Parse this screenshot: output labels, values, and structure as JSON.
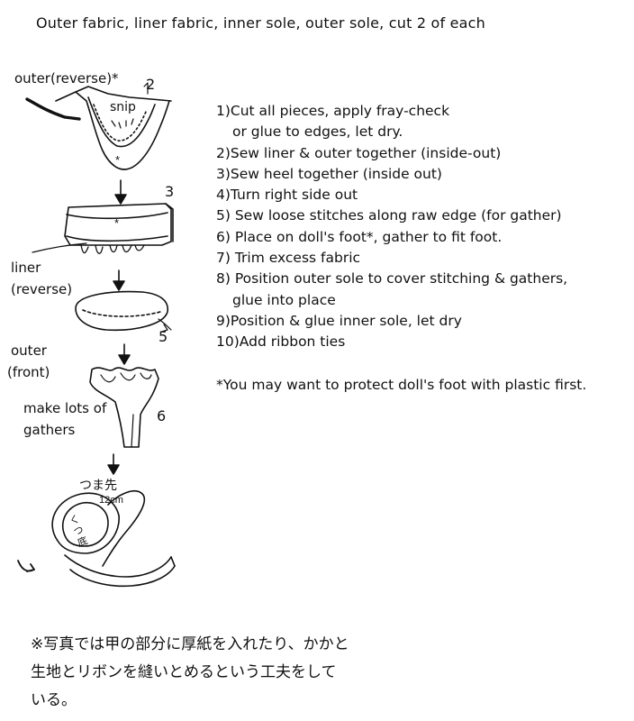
{
  "title": "Outer fabric, liner fabric, inner sole, outer sole, cut 2 of each",
  "labels": {
    "outer_reverse": "outer(reverse)*",
    "snip": "snip",
    "asterisk": "*",
    "liner_line1": "liner",
    "liner_line2": "(reverse)",
    "outer_front_line1": "outer",
    "outer_front_line2": "(front)",
    "gathers_line1": "make lots of",
    "gathers_line2": "gathers",
    "toe_label": "つま先",
    "size_label": "12cm",
    "sole_label": "くつ底"
  },
  "figure_numbers": {
    "n2": "2",
    "n3": "3",
    "n5": "5",
    "n6": "6"
  },
  "steps": [
    "1)Cut all pieces, apply fray-check",
    "or glue to edges, let dry.",
    "2)Sew liner & outer together (inside-out)",
    "3)Sew heel together (inside out)",
    "4)Turn right side out",
    "5) Sew loose stitches along raw edge (for gather)",
    "6) Place on doll's foot*, gather to fit foot.",
    "7) Trim excess fabric",
    "8) Position outer sole to cover stitching & gathers,",
    "glue into place",
    "9)Position & glue inner sole, let dry",
    "10)Add ribbon ties"
  ],
  "footnote": "*You may want to protect doll's foot with plastic first.",
  "japanese_note": {
    "line1": "※写真では甲の部分に厚紙を入れたり、かかと",
    "line2": "生地とリボンを縫いとめるという工夫をして",
    "line3": "いる。"
  }
}
